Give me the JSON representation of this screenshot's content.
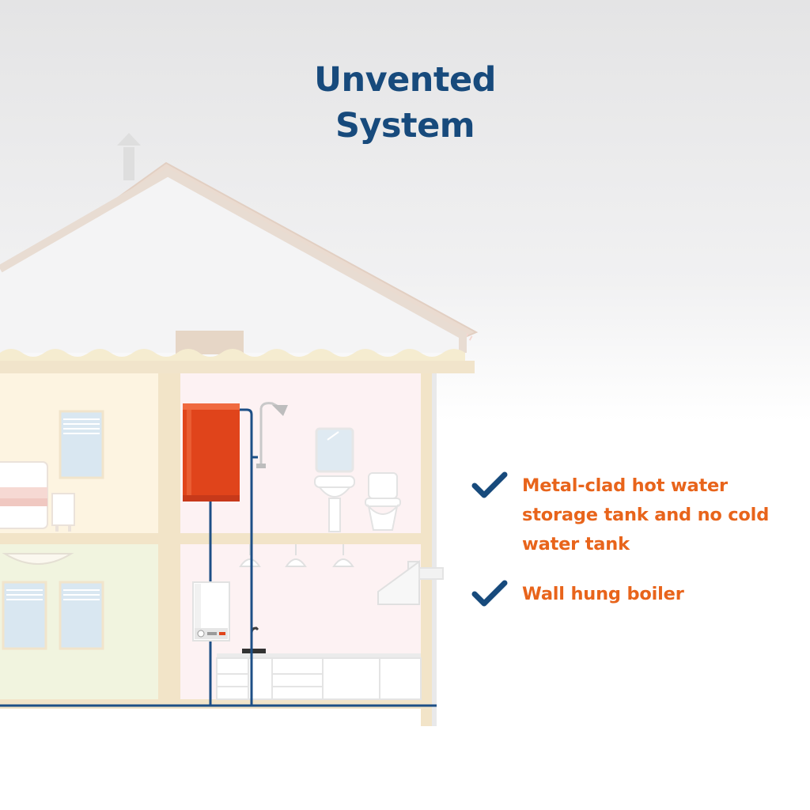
{
  "title": {
    "line1": "Unvented",
    "line2": "System"
  },
  "features": [
    {
      "icon": "check-icon",
      "text": "Metal-clad hot water storage tank and no cold water tank"
    },
    {
      "icon": "check-icon",
      "text": "Wall hung boiler"
    }
  ],
  "colors": {
    "title": "#174a7c",
    "feature_text": "#e8641b",
    "check": "#174a7c",
    "pipe": "#1d4f86",
    "hot_water_tank": "#e0441b",
    "house_frame": "#f2e4c8",
    "roof": "#eadbd0"
  }
}
